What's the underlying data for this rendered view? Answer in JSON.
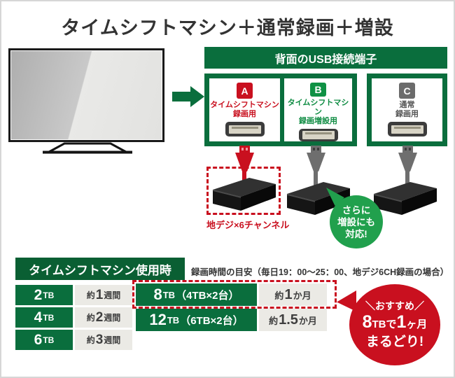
{
  "title": "タイムシフトマシン＋通常録画＋増設",
  "colors": {
    "green-main": "#0a6e3d",
    "green-deep": "#0a5f33",
    "green-bright": "#21a04d",
    "green-badge": "#0f9144",
    "green-label": "#0f8c43",
    "red": "#c9101f",
    "gray-badge": "#6b6b6b",
    "gray-text": "#555555",
    "cell-gray": "#ebeae5",
    "title-color": "#333333"
  },
  "usb_panel": {
    "header": "背面のUSB接続端子",
    "ports": [
      {
        "badge": "A",
        "line1": "タイムシフトマシン",
        "line2": "録画用"
      },
      {
        "badge": "B",
        "line1": "タイムシフトマシン",
        "line2": "録画増設用"
      },
      {
        "badge": "C",
        "line1": "通常",
        "line2": "録画用"
      }
    ]
  },
  "hdd_section": {
    "channel_label": "地デジ×6チャンネル",
    "bubble": {
      "line1": "さらに",
      "line2": "増設にも",
      "line3": "対応!"
    }
  },
  "usage": {
    "header": "タイムシフトマシン使用時",
    "note": "録画時間の目安（毎日19：00～25：00、地デジ6CH録画の場合）"
  },
  "tables": {
    "left": {
      "rows": [
        {
          "cap_num": "2",
          "cap_unit": "TB",
          "dur_pre": "約",
          "dur_num": "1",
          "dur_suf": "週間"
        },
        {
          "cap_num": "4",
          "cap_unit": "TB",
          "dur_pre": "約",
          "dur_num": "2",
          "dur_suf": "週間"
        },
        {
          "cap_num": "6",
          "cap_unit": "TB",
          "dur_pre": "約",
          "dur_num": "3",
          "dur_suf": "週間"
        }
      ]
    },
    "right": {
      "rows": [
        {
          "cap_num": "8",
          "cap_unit": "TB",
          "cap_extra": "（4TB×2台）",
          "dur_pre": "約",
          "dur_num": "1",
          "dur_suf": "か月"
        },
        {
          "cap_num": "12",
          "cap_unit": "TB",
          "cap_extra": "（6TB×2台）",
          "dur_pre": "約",
          "dur_num": "1.5",
          "dur_suf": "か月"
        }
      ]
    }
  },
  "recommend_badge": {
    "top": "＼おすすめ／",
    "mid_parts": [
      "8",
      "TBで",
      "1",
      "ヶ月"
    ],
    "bottom": "まるどり!"
  }
}
